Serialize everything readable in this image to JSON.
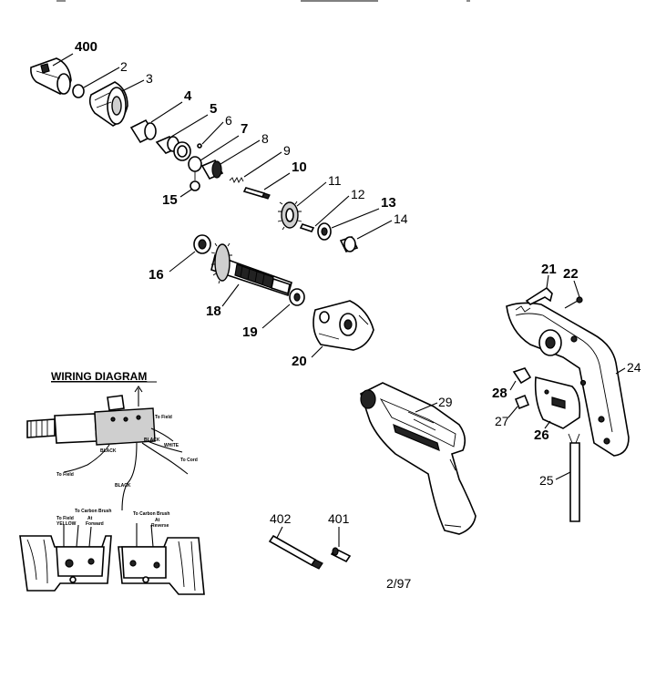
{
  "labels": {
    "p400": "400",
    "p2": "2",
    "p3": "3",
    "p4": "4",
    "p5": "5",
    "p6": "6",
    "p7": "7",
    "p8": "8",
    "p9": "9",
    "p10": "10",
    "p11": "11",
    "p12": "12",
    "p13": "13",
    "p14": "14",
    "p15": "15",
    "p16": "16",
    "p18": "18",
    "p19": "19",
    "p20": "20",
    "p21": "21",
    "p22": "22",
    "p24": "24",
    "p25": "25",
    "p26": "26",
    "p27": "27",
    "p28": "28",
    "p29": "29",
    "p402": "402",
    "p401": "401"
  },
  "wiring": {
    "title": "WIRING DIAGRAM",
    "to_field_top": "To Field",
    "black_1": "BLACK",
    "black_2": "BLACK",
    "white": "WHITE",
    "to_cord": "To Cord",
    "to_field_bottom": "To Field",
    "black_3": "BLACK",
    "to_carbon_brush_left": "To Carbon Brush",
    "to_field_yellow": "To Field",
    "yellow": "YELLOW",
    "at_forward": "At",
    "forward": "Forward",
    "to_carbon_brush_right": "To Carbon Brush",
    "at_reverse": "At",
    "reverse": "Reverse"
  },
  "date_code": "2/97"
}
